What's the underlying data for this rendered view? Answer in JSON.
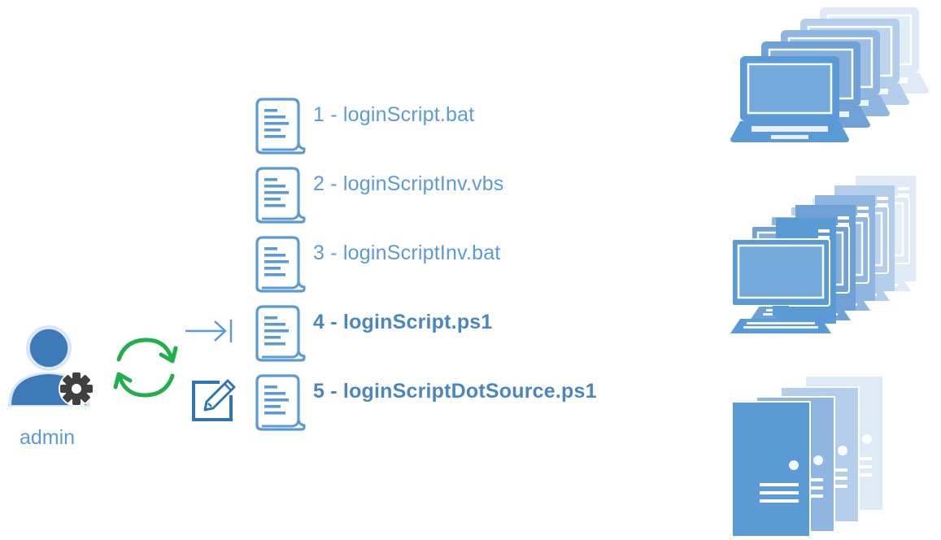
{
  "admin": {
    "label": "admin",
    "icon": "admin-user-gear-icon"
  },
  "actions": {
    "sync_icon": "sync-arrows-icon",
    "deploy_icon": "arrow-to-bar-icon",
    "edit_icon": "edit-document-icon"
  },
  "scripts": [
    {
      "label": "1 - loginScript.bat",
      "bold": false
    },
    {
      "label": "2 - loginScriptInv.vbs",
      "bold": false
    },
    {
      "label": "3 - loginScriptInv.bat",
      "bold": false
    },
    {
      "label": "4 - loginScript.ps1",
      "bold": true
    },
    {
      "label": "5 - loginScriptDotSource.ps1",
      "bold": true
    }
  ],
  "targets": [
    {
      "icon": "laptops-icon"
    },
    {
      "icon": "desktops-icon"
    },
    {
      "icon": "servers-icon"
    }
  ],
  "colors": {
    "blue": "#5b9bd5",
    "dark_blue": "#2e75b6",
    "green": "#1fb04b",
    "gear": "#404040"
  }
}
